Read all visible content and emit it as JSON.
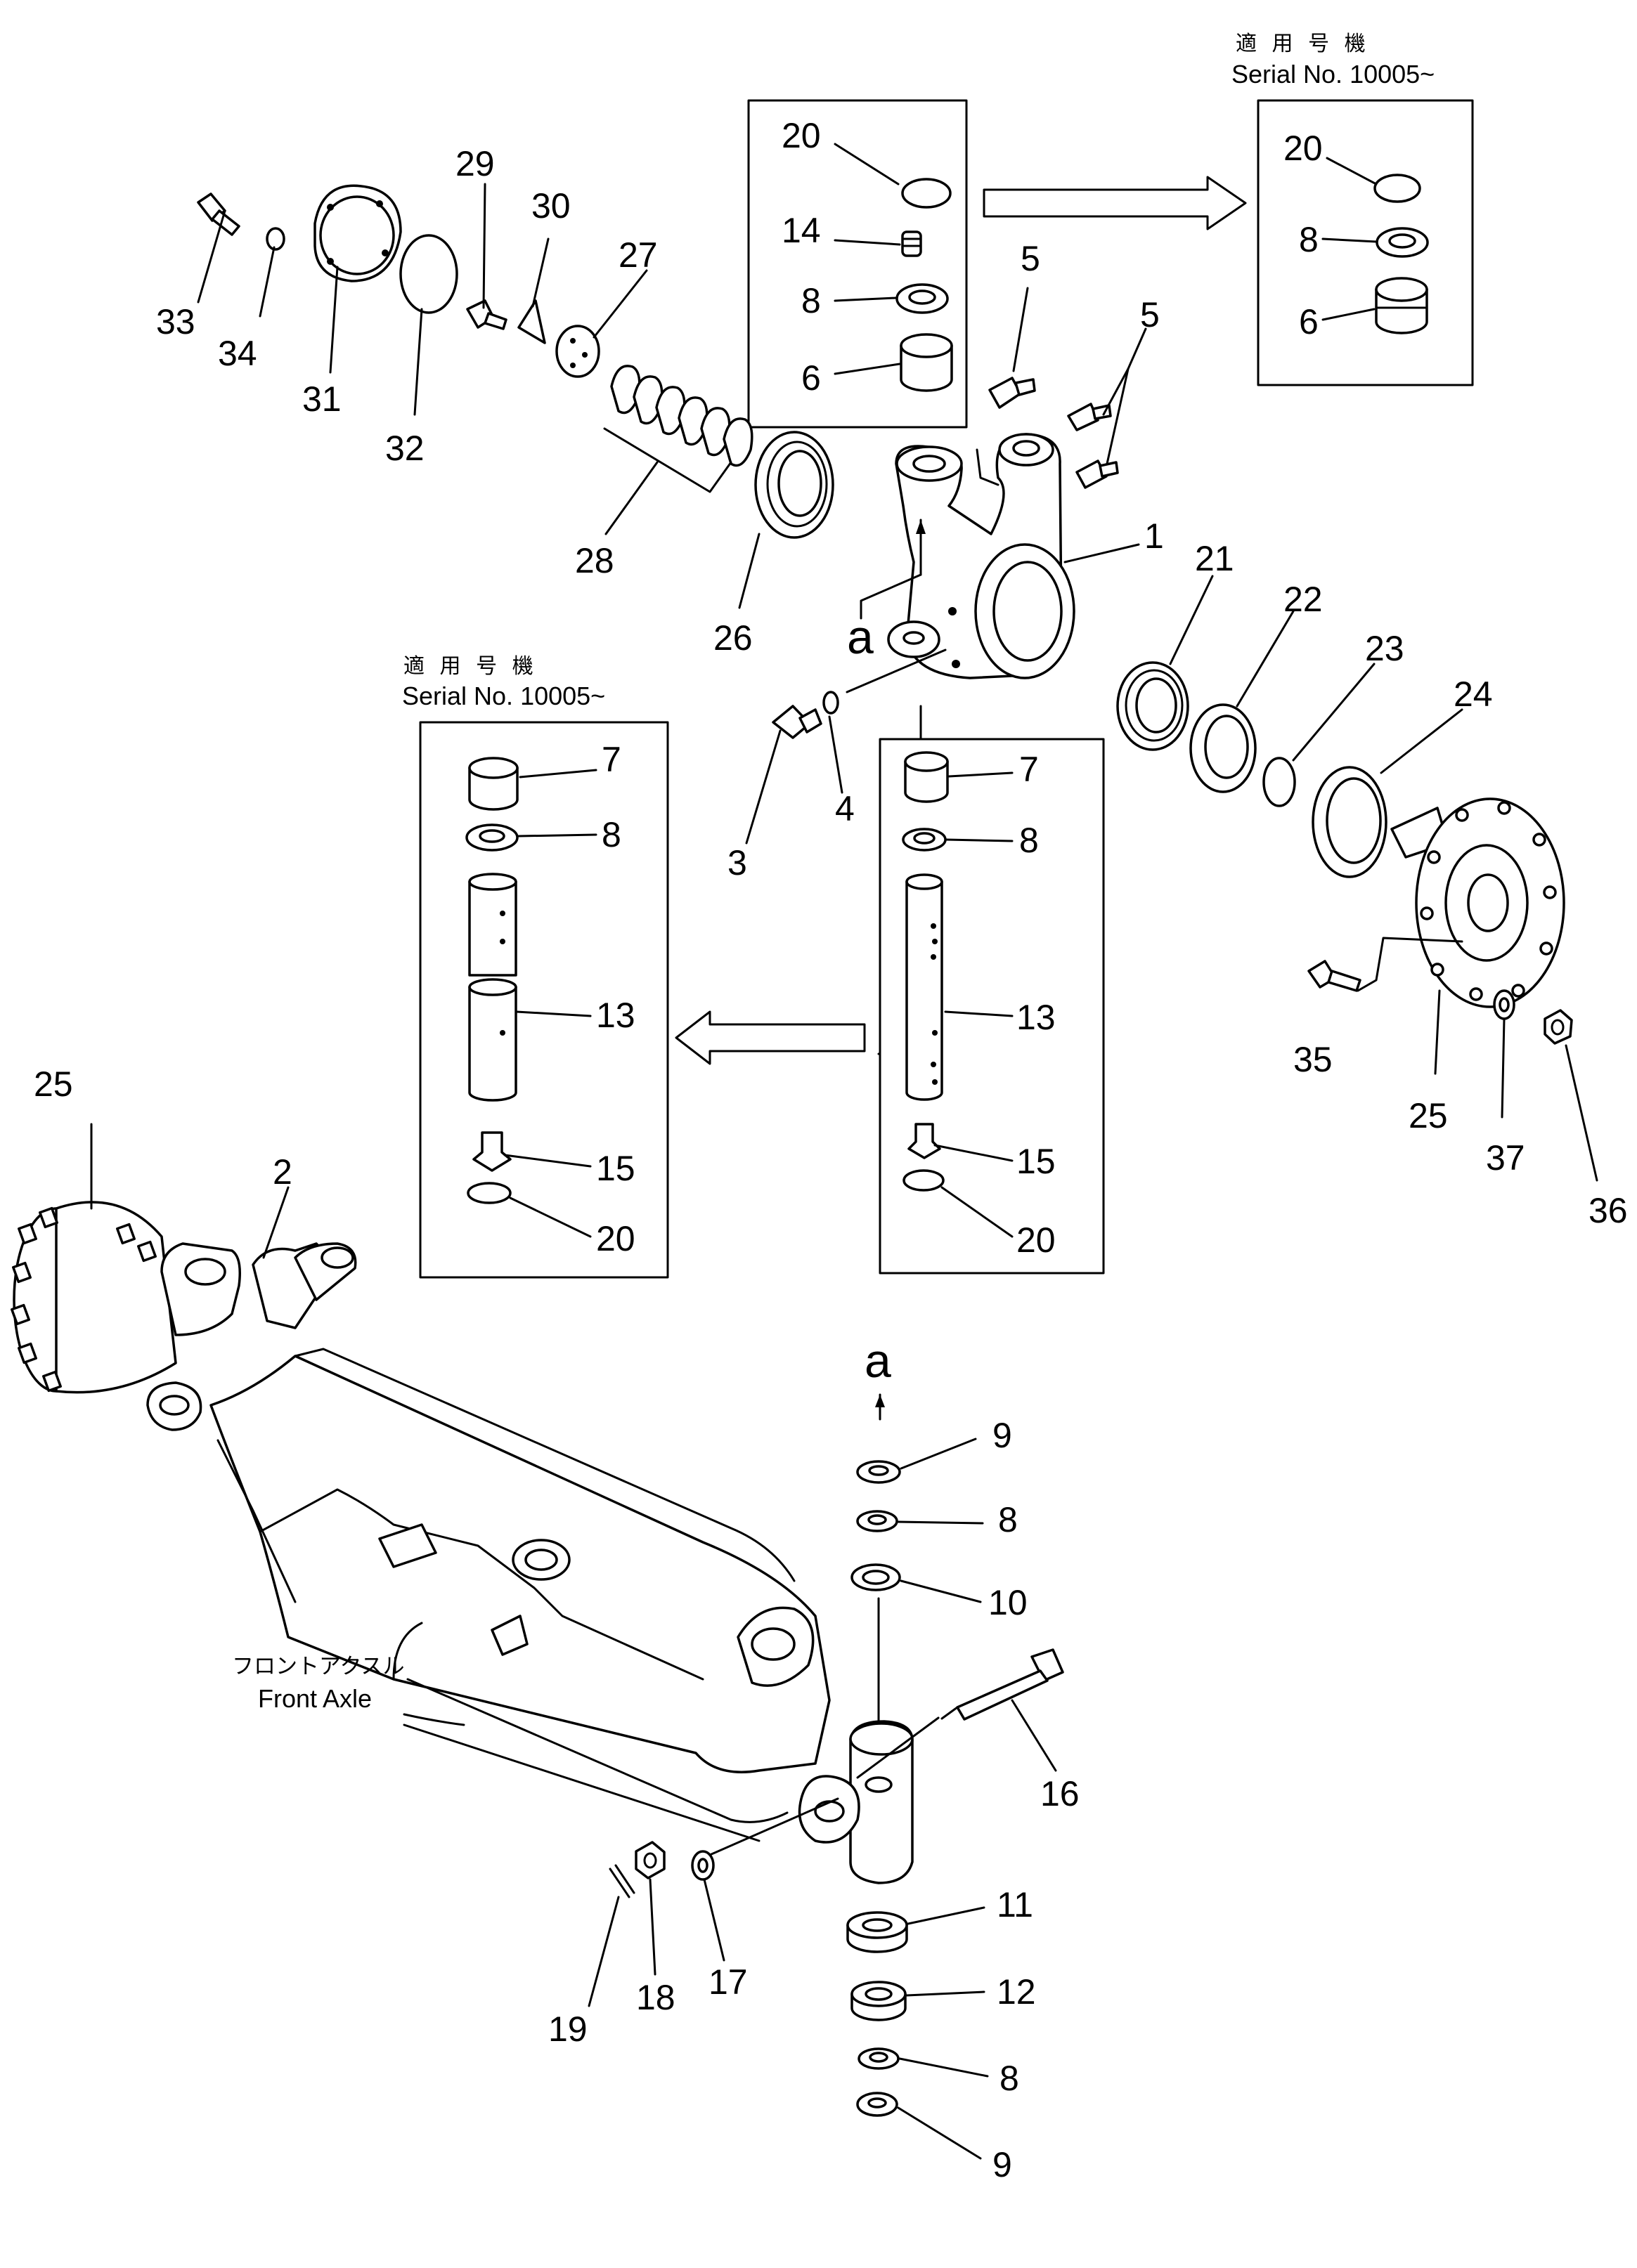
{
  "diagram": {
    "caption_jp": "フロントアクスル",
    "caption_en": "Front Axle",
    "view_label": "a",
    "serial_jp": "適 用 号 機",
    "serial_en": "Serial No. 10005~",
    "inset_top_left": {
      "numbers": [
        "20",
        "14",
        "8",
        "6"
      ]
    },
    "inset_top_right": {
      "numbers": [
        "20",
        "8",
        "6"
      ]
    },
    "inset_left": {
      "numbers": [
        "7",
        "8",
        "13",
        "15",
        "20"
      ]
    },
    "inset_right": {
      "numbers": [
        "7",
        "8",
        "13",
        "15",
        "20"
      ]
    }
  },
  "callouts": {
    "n1": "1",
    "n2": "2",
    "n3": "3",
    "n4": "4",
    "n5a": "5",
    "n5b": "5",
    "n9a": "9",
    "n8a": "8",
    "n10": "10",
    "n11": "11",
    "n12": "12",
    "n8b": "8",
    "n9b": "9",
    "n16": "16",
    "n17": "17",
    "n18": "18",
    "n19": "19",
    "n21": "21",
    "n22": "22",
    "n23": "23",
    "n24": "24",
    "n25a": "25",
    "n25b": "25",
    "n26": "26",
    "n27": "27",
    "n28": "28",
    "n29": "29",
    "n30": "30",
    "n31": "31",
    "n32": "32",
    "n33": "33",
    "n34": "34",
    "n35": "35",
    "n36": "36",
    "n37": "37"
  }
}
